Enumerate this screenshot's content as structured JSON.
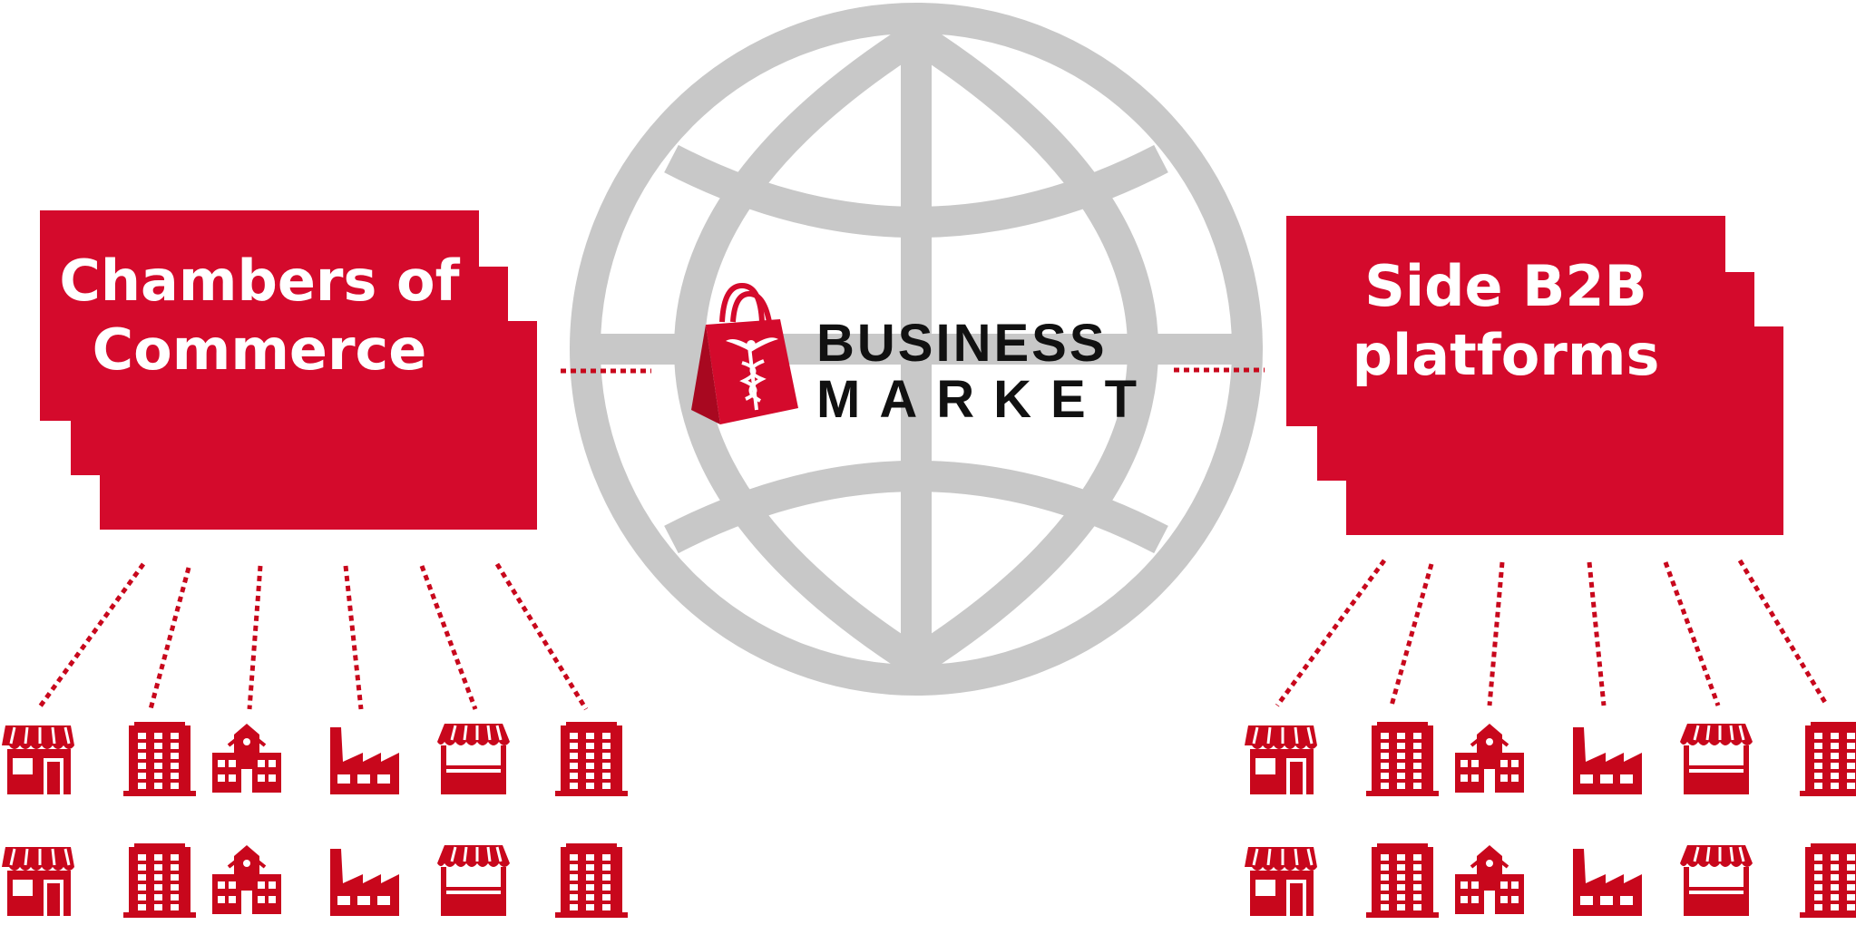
{
  "colors": {
    "brand_red": "#d40a2c",
    "icon_red": "#c8071c",
    "globe_gray": "#c8c8c8",
    "text_dark": "#111111"
  },
  "left_group": {
    "label": "Chambers of\nCommerce"
  },
  "right_group": {
    "label": "Side B2B\nplatforms"
  },
  "logo": {
    "line1": "BUSINESS",
    "line2": "MARKET",
    "icon": "shopping-bag-caduceus-icon"
  },
  "globe": {
    "icon": "globe-icon"
  },
  "member_icons": [
    "shop-icon",
    "office-building-icon",
    "school-icon",
    "factory-icon",
    "market-stall-icon",
    "office-building-icon"
  ]
}
